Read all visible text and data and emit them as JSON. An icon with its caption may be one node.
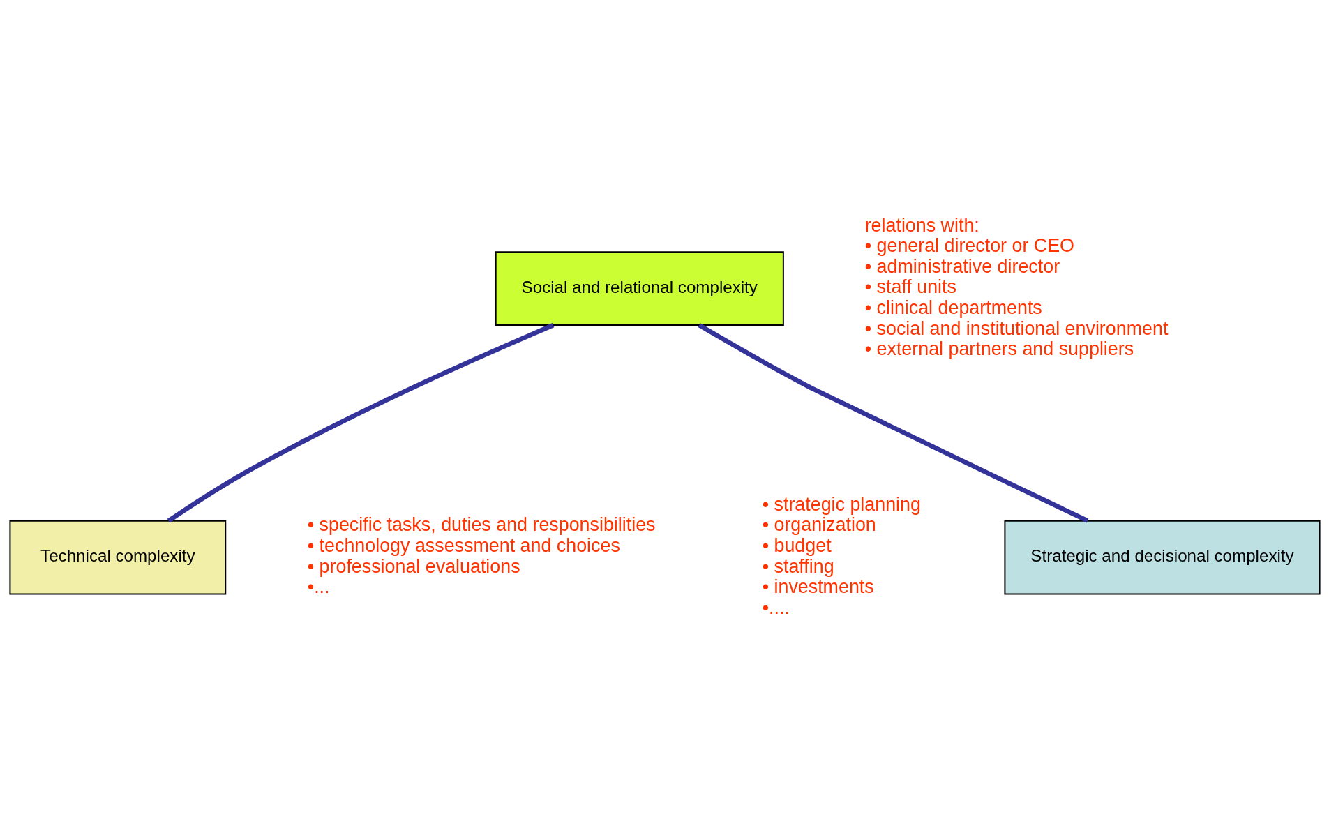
{
  "diagram": {
    "nodes": [
      {
        "text": [
          "Social and relational complexity"
        ],
        "beside": [
          "relations with:",
          "• general director or CEO",
          "• administrative director",
          "• staff units",
          "• clinical departments",
          "• social and institutional environment",
          "• external partners and suppliers"
        ]
      },
      {
        "text": [
          "Technical complexity"
        ],
        "beside": [
          "• specific tasks, duties and responsibilities",
          "• technology assessment and choices",
          "• professional evaluations",
          "•..."
        ]
      },
      {
        "text": [
          "Strategic and decisional complexity"
        ],
        "beside": [
          "• strategic planning",
          "• organization",
          "• budget",
          "• staffing",
          "• investments",
          "•...."
        ]
      }
    ],
    "edges": [
      {
        "from": 0,
        "to": 1,
        "arrow": "none"
      },
      {
        "from": 0,
        "to": 2,
        "arrow": "none"
      }
    ]
  }
}
